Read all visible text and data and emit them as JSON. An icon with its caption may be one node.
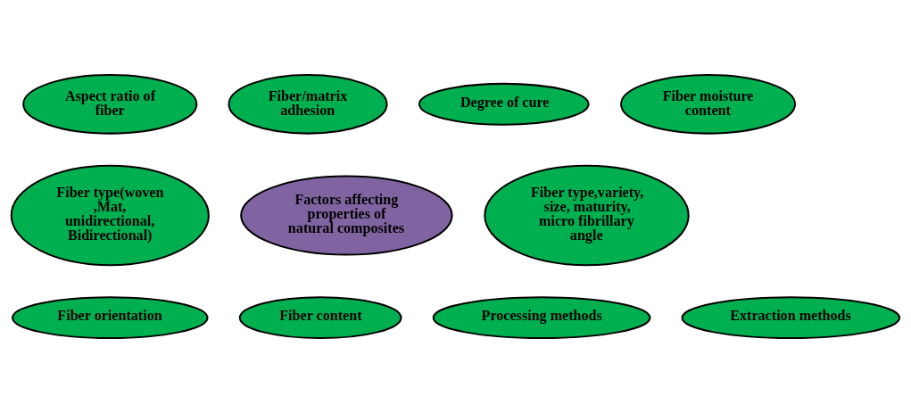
{
  "diagram": {
    "nodes": [
      {
        "text": [
          "Aspect ratio of fiber"
        ]
      },
      {
        "text": [
          "Fiber/matrix adhesion"
        ]
      },
      {
        "text": [
          "Degree of cure"
        ]
      },
      {
        "text": [
          "Fiber moisture content"
        ]
      },
      {
        "text": [
          "Fiber type(woven ,Mat, unidirectional, Bidirectional)"
        ]
      },
      {
        "text": [
          "Factors affecting properties of natural composites"
        ]
      },
      {
        "text": [
          "Fiber type,variety, size, maturity, micro fibrillary angle"
        ]
      },
      {
        "text": [
          "Fiber orientation"
        ]
      },
      {
        "text": [
          "Fiber content"
        ]
      },
      {
        "text": [
          "Processing methods"
        ]
      },
      {
        "text": [
          "Extraction methods"
        ]
      }
    ],
    "edges": []
  }
}
